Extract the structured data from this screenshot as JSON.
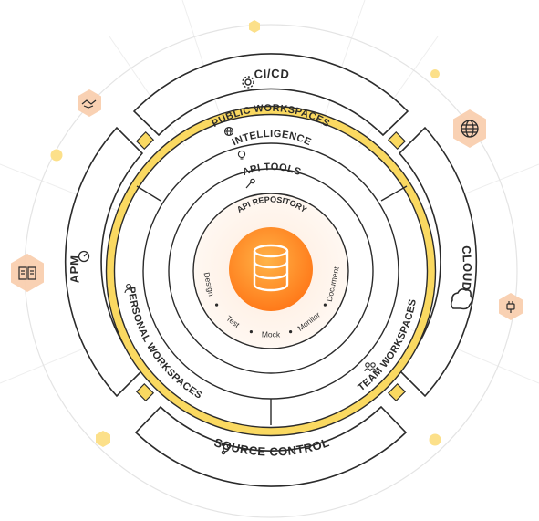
{
  "colors": {
    "accent_yellow": "#FAD961",
    "accent_yellow_dark": "#F3C53C",
    "dot_yellow": "#FCE08A",
    "peach": "#F9CFAF",
    "orange": "#FF6C37",
    "stroke": "#2b2b2b",
    "faint": "#e6e6e6"
  },
  "outer_ring": {
    "top": {
      "label": "CI/CD",
      "icon": "gear-icon"
    },
    "right": {
      "label": "CLOUD",
      "icon": "cloud-icon"
    },
    "bottom": {
      "label": "SOURCE CONTROL",
      "icon": "branch-icon"
    },
    "left": {
      "label": "APM",
      "icon": "gauge-icon"
    }
  },
  "workspaces_ring": {
    "top": {
      "label": "PUBLIC WORKSPACES",
      "icon": "globe-icon"
    },
    "left": {
      "label": "PERSONAL WORKSPACES",
      "icon": "person-icon"
    },
    "right": {
      "label": "TEAM WORKSPACES",
      "icon": "people-icon"
    }
  },
  "intelligence": {
    "label": "INTELLIGENCE",
    "icon": "lightbulb-icon"
  },
  "api_tools": {
    "label": "API TOOLS",
    "icon": "wrench-icon"
  },
  "api_repository": {
    "label": "API REPOSITORY",
    "icon": "database-icon"
  },
  "tool_items": [
    "Design",
    "Test",
    "Mock",
    "Monitor",
    "Document"
  ],
  "integration_badges": [
    "handshake-icon",
    "globe-icon",
    "book-icon",
    "plug-icon"
  ]
}
